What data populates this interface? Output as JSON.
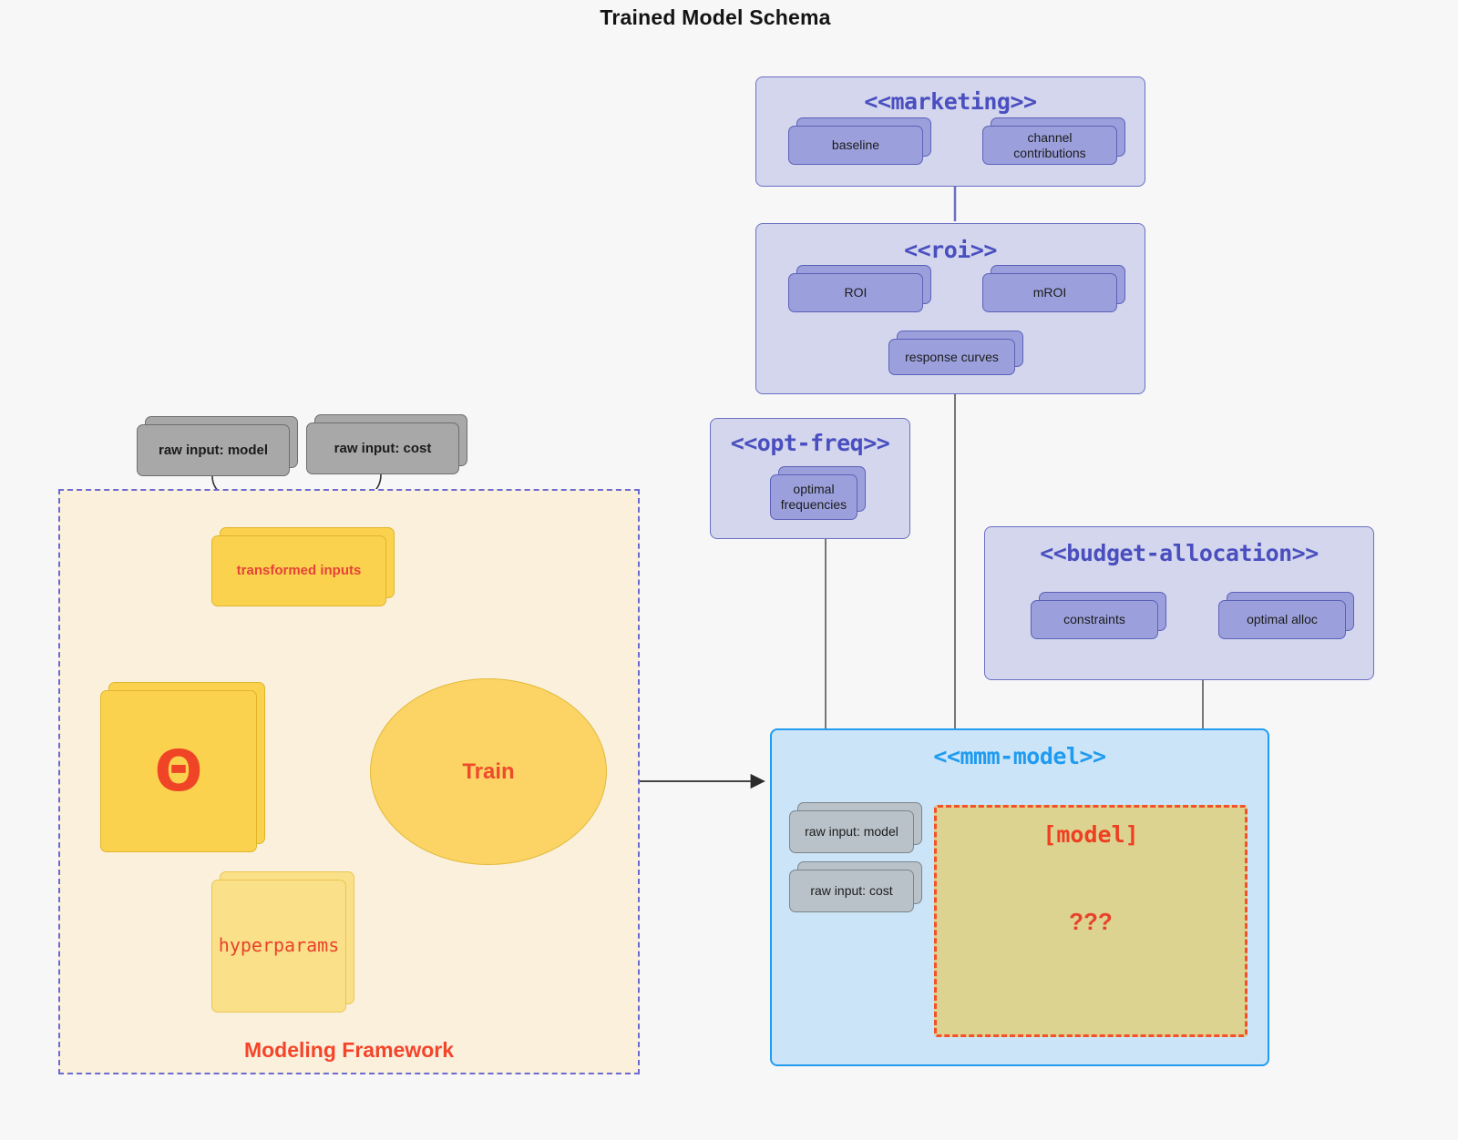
{
  "title": "Trained Model Schema",
  "colors": {
    "background": "#f7f7f7",
    "package_purple_fill": "#d3d6ed",
    "package_purple_border": "#6b6fc4",
    "package_blue_fill": "#cbe4f7",
    "package_blue_border": "#229cf0",
    "node_purple_fill": "#9ba0dc",
    "node_gray_fill": "#a8a8a8",
    "node_gray_light_fill": "#b9c2c9",
    "node_yellow_fill": "#fbd24e",
    "node_yellow_pale_fill": "#fbe08a",
    "framework_fill": "#faf0dc",
    "framework_border": "#6a6ad0",
    "accent_red": "#ef4426",
    "model_box_fill": "#ddd391",
    "model_box_border": "#f4512a",
    "ellipse_fill": "#fbd465",
    "stereotype_purple_text": "#4a4fbf",
    "stereotype_blue_text": "#1f9bf0"
  },
  "packages": {
    "marketing": {
      "stereotype": "<<marketing>>",
      "nodes": [
        {
          "label": "baseline"
        },
        {
          "label": "channel contributions"
        }
      ],
      "relation": "bidirectional"
    },
    "roi": {
      "stereotype": "<<roi>>",
      "nodes": [
        {
          "label": "ROI"
        },
        {
          "label": "mROI"
        },
        {
          "label": "response curves"
        }
      ],
      "relation": "bidirectional"
    },
    "opt_freq": {
      "stereotype": "<<opt-freq>>",
      "nodes": [
        {
          "label_line1": "optimal",
          "label_line2": "frequencies"
        }
      ]
    },
    "budget_allocation": {
      "stereotype": "<<budget-allocation>>",
      "nodes": [
        {
          "label": "constraints"
        },
        {
          "label": "optimal alloc"
        }
      ],
      "relation": "bidirectional"
    },
    "mmm_model": {
      "stereotype": "<<mmm-model>>",
      "inputs": [
        {
          "label": "raw input: model"
        },
        {
          "label": "raw input: cost"
        }
      ],
      "model_box": {
        "title": "[model]",
        "unknown": "???"
      }
    }
  },
  "framework": {
    "label": "Modeling Framework",
    "raw_inputs": [
      {
        "label": "raw input: model"
      },
      {
        "label": "raw input: cost"
      }
    ],
    "transformed_inputs": {
      "label": "transformed inputs"
    },
    "theta": {
      "label": "Θ"
    },
    "hyperparams": {
      "label": "hyperparams"
    },
    "train": {
      "label": "Train"
    }
  },
  "chart_data": {
    "type": "diagram",
    "diagram_kind": "uml-package-deployment",
    "title": "Trained Model Schema",
    "nodes": [
      {
        "id": "raw-input-model-outer",
        "label": "raw input: model",
        "group": "outside-framework",
        "shape": "stacked-rect",
        "fill": "#a8a8a8"
      },
      {
        "id": "raw-input-cost-outer",
        "label": "raw input: cost",
        "group": "outside-framework",
        "shape": "stacked-rect",
        "fill": "#a8a8a8"
      },
      {
        "id": "transformed-inputs",
        "label": "transformed inputs",
        "group": "modeling-framework",
        "shape": "stacked-rect",
        "fill": "#fbd24e"
      },
      {
        "id": "theta",
        "label": "Θ",
        "group": "modeling-framework",
        "shape": "stacked-rect",
        "fill": "#fbd24e"
      },
      {
        "id": "hyperparams",
        "label": "hyperparams",
        "group": "modeling-framework",
        "shape": "stacked-rect",
        "fill": "#fbe08a"
      },
      {
        "id": "train",
        "label": "Train",
        "group": "modeling-framework",
        "shape": "ellipse",
        "fill": "#fbd465"
      },
      {
        "id": "baseline",
        "label": "baseline",
        "group": "marketing",
        "shape": "stacked-rect",
        "fill": "#9ba0dc"
      },
      {
        "id": "channel-contributions",
        "label": "channel contributions",
        "group": "marketing",
        "shape": "stacked-rect",
        "fill": "#9ba0dc"
      },
      {
        "id": "roi",
        "label": "ROI",
        "group": "roi",
        "shape": "stacked-rect",
        "fill": "#9ba0dc"
      },
      {
        "id": "mroi",
        "label": "mROI",
        "group": "roi",
        "shape": "stacked-rect",
        "fill": "#9ba0dc"
      },
      {
        "id": "response-curves",
        "label": "response curves",
        "group": "roi",
        "shape": "stacked-rect",
        "fill": "#9ba0dc"
      },
      {
        "id": "optimal-frequencies",
        "label": "optimal frequencies",
        "group": "opt-freq",
        "shape": "stacked-rect",
        "fill": "#9ba0dc"
      },
      {
        "id": "constraints",
        "label": "constraints",
        "group": "budget-allocation",
        "shape": "stacked-rect",
        "fill": "#9ba0dc"
      },
      {
        "id": "optimal-alloc",
        "label": "optimal alloc",
        "group": "budget-allocation",
        "shape": "stacked-rect",
        "fill": "#9ba0dc"
      },
      {
        "id": "raw-input-model-inner",
        "label": "raw input: model",
        "group": "mmm-model",
        "shape": "stacked-rect",
        "fill": "#b9c2c9"
      },
      {
        "id": "raw-input-cost-inner",
        "label": "raw input: cost",
        "group": "mmm-model",
        "shape": "stacked-rect",
        "fill": "#b9c2c9"
      },
      {
        "id": "model-placeholder",
        "label": "[model] ???",
        "group": "mmm-model",
        "shape": "dashed-rect",
        "fill": "#ddd391"
      }
    ],
    "groups": [
      {
        "id": "modeling-framework",
        "label": "Modeling Framework",
        "style": "dashed",
        "fill": "#faf0dc"
      },
      {
        "id": "marketing",
        "label": "<<marketing>>",
        "fill": "#d3d6ed"
      },
      {
        "id": "roi",
        "label": "<<roi>>",
        "fill": "#d3d6ed"
      },
      {
        "id": "opt-freq",
        "label": "<<opt-freq>>",
        "fill": "#d3d6ed"
      },
      {
        "id": "budget-allocation",
        "label": "<<budget-allocation>>",
        "fill": "#d3d6ed"
      },
      {
        "id": "mmm-model",
        "label": "<<mmm-model>>",
        "fill": "#cbe4f7"
      }
    ],
    "edges": [
      {
        "from": "raw-input-model-outer",
        "to": "transformed-inputs",
        "style": "curved-arrow",
        "color": "#333333"
      },
      {
        "from": "raw-input-cost-outer",
        "to": "transformed-inputs",
        "style": "curved-arrow",
        "color": "#333333"
      },
      {
        "from": "transformed-inputs",
        "to": "train",
        "style": "curved-arrow",
        "color": "#ef3b22"
      },
      {
        "from": "theta",
        "to": "train",
        "style": "arrow",
        "color": "#ef3b22"
      },
      {
        "from": "hyperparams",
        "to": "train",
        "style": "curved-arrow",
        "color": "#ef3b22"
      },
      {
        "from": "modeling-framework",
        "to": "mmm-model",
        "style": "arrow",
        "color": "#333333"
      },
      {
        "from": "baseline",
        "to": "channel-contributions",
        "style": "bidirectional",
        "color": "#5c61b8"
      },
      {
        "from": "roi",
        "to": "mroi",
        "style": "bidirectional",
        "color": "#5c61b8"
      },
      {
        "from": "constraints",
        "to": "optimal-alloc",
        "style": "bidirectional",
        "color": "#5c61b8"
      },
      {
        "from": "marketing",
        "to": "roi",
        "style": "line",
        "color": "#6b6fc4"
      },
      {
        "from": "roi",
        "to": "mmm-model",
        "style": "line",
        "color": "#555555"
      },
      {
        "from": "opt-freq",
        "to": "mmm-model",
        "style": "line",
        "color": "#555555"
      },
      {
        "from": "budget-allocation",
        "to": "mmm-model",
        "style": "line",
        "color": "#555555"
      }
    ]
  }
}
